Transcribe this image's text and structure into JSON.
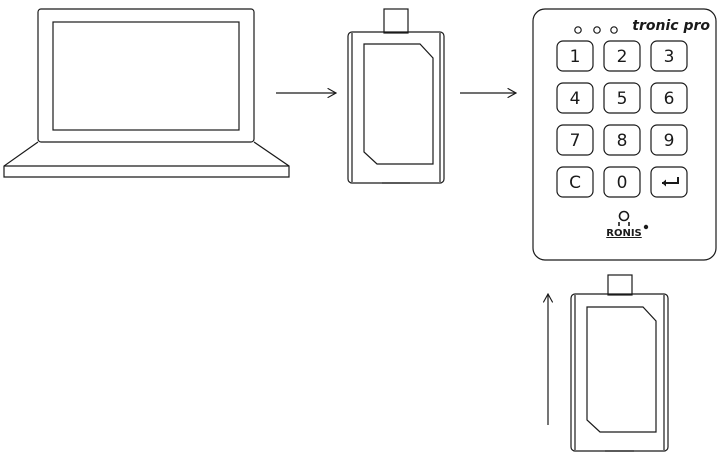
{
  "keypad": {
    "brand": "tronic pro",
    "keys": [
      "1",
      "2",
      "3",
      "4",
      "5",
      "6",
      "7",
      "8",
      "9",
      "C",
      "0",
      "enter-icon"
    ],
    "logo_text": "RONIS"
  },
  "colors": {
    "stroke": "#1a1a1a",
    "background": "#ffffff"
  }
}
